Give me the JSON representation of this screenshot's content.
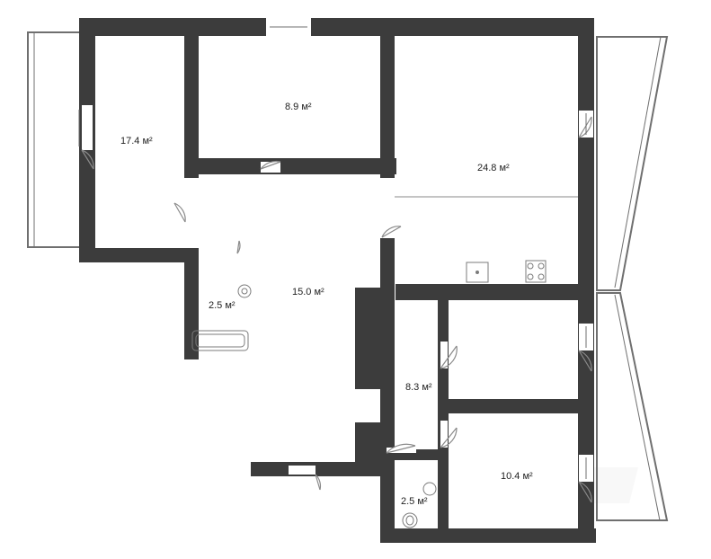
{
  "floorplan": {
    "colors": {
      "wall": "#3c3c3c",
      "floor": "#ffffff",
      "balcony_line": "#6f6f6f",
      "door": "#8a8a8a",
      "watermark": "#d8d8d8"
    },
    "rooms": [
      {
        "id": "room-17",
        "label": "17.4 м²"
      },
      {
        "id": "room-8-9",
        "label": "8.9 м²"
      },
      {
        "id": "room-24-8",
        "label": "24.8 м²"
      },
      {
        "id": "room-15",
        "label": "15.0 м²"
      },
      {
        "id": "bath-1",
        "label": "2.5 м²"
      },
      {
        "id": "room-8-3",
        "label": "8.3 м²"
      },
      {
        "id": "bath-2",
        "label": "2.5 м²"
      },
      {
        "id": "room-10-4",
        "label": "10.4 м²"
      }
    ]
  }
}
